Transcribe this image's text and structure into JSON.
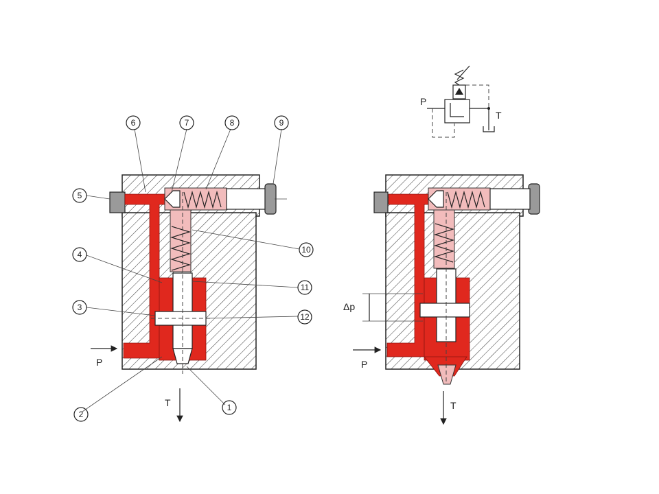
{
  "left_view": {
    "callouts": [
      "1",
      "2",
      "3",
      "4",
      "5",
      "6",
      "7",
      "8",
      "9",
      "10",
      "11",
      "12"
    ],
    "port_p": "P",
    "port_t": "T"
  },
  "right_view": {
    "delta_p": "Δp",
    "port_p": "P",
    "port_t": "T"
  },
  "symbol": {
    "port_p": "P",
    "port_t": "T"
  },
  "colors": {
    "pressure": "#e0281e",
    "pilot": "#f2bcbc",
    "outline": "#222222"
  }
}
